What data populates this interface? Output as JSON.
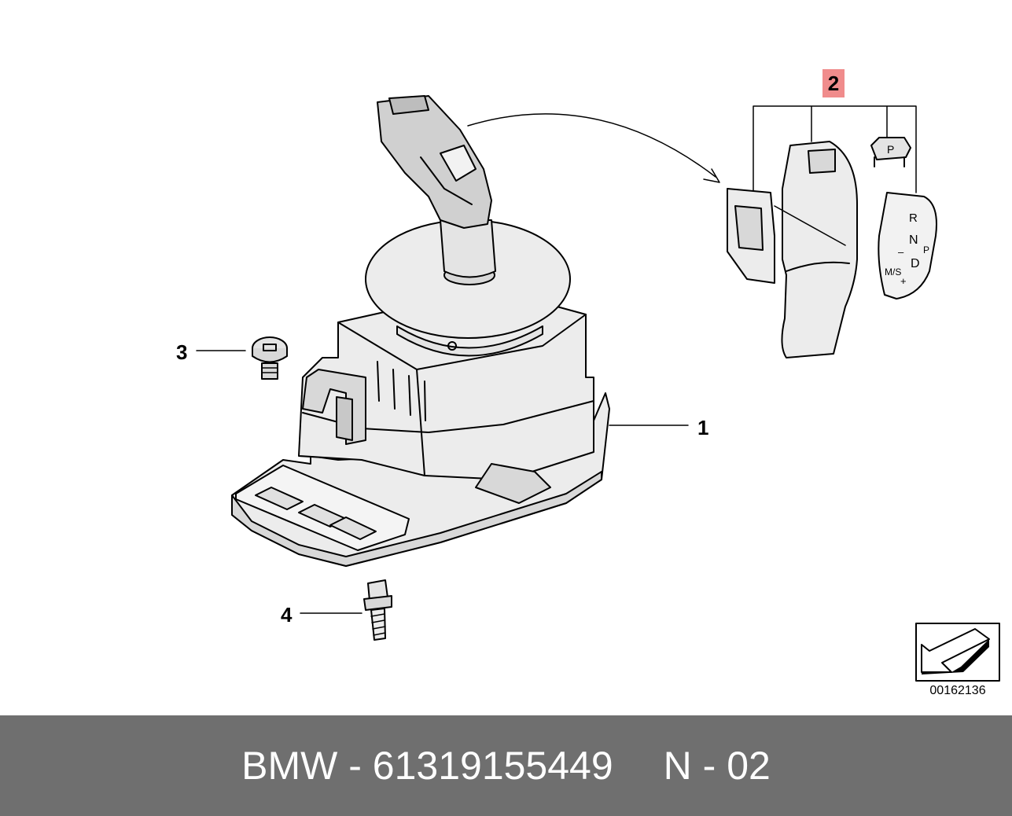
{
  "callouts": {
    "part1": "1",
    "part2": "2",
    "part3": "3",
    "part4": "4"
  },
  "diagram_number": "00162136",
  "footer": {
    "part_ref": "BMW - 61319155449",
    "position_ref": "N - 02"
  },
  "shift_indicator": {
    "r": "R",
    "n": "N",
    "d": "D",
    "p": "P",
    "ms": "M/S",
    "minus": "–",
    "plus": "+"
  },
  "park_button_label": "P",
  "colors": {
    "line": "#000000",
    "fill_light": "#ececec",
    "fill_mid": "#d8d8d8",
    "highlight": "#f08c8c",
    "footer_bg": "#6f6f6f",
    "footer_text": "#ffffff"
  }
}
